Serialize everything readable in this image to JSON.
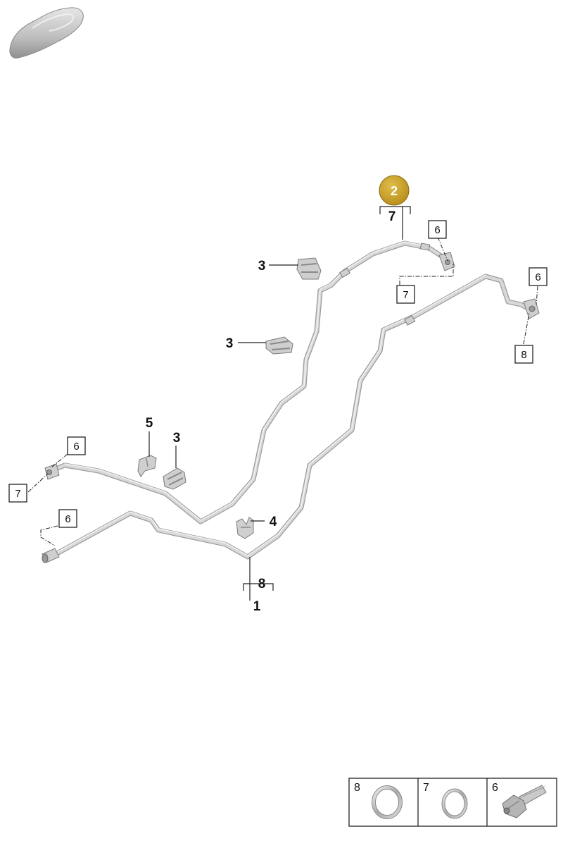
{
  "badge": {
    "label": "2",
    "color": "#c9a227"
  },
  "callouts": {
    "n1": "1",
    "n2_group": "7",
    "n3a": "3",
    "n3b": "3",
    "n3c": "3",
    "n4": "4",
    "n5": "5",
    "n8_group": "8"
  },
  "boxes": {
    "b6_top": "6",
    "b7_top": "7",
    "b6_right": "6",
    "b8_right": "8",
    "b6_left": "6",
    "b7_left": "7",
    "b6_bottom": "6"
  },
  "legend": {
    "cells": [
      {
        "label": "8",
        "part": "o-ring"
      },
      {
        "label": "7",
        "part": "o-ring"
      },
      {
        "label": "6",
        "part": "bolt"
      }
    ]
  },
  "icons": {
    "vehicle": "car-silhouette-icon",
    "oring": "o-ring-icon",
    "bolt": "bolt-icon"
  }
}
